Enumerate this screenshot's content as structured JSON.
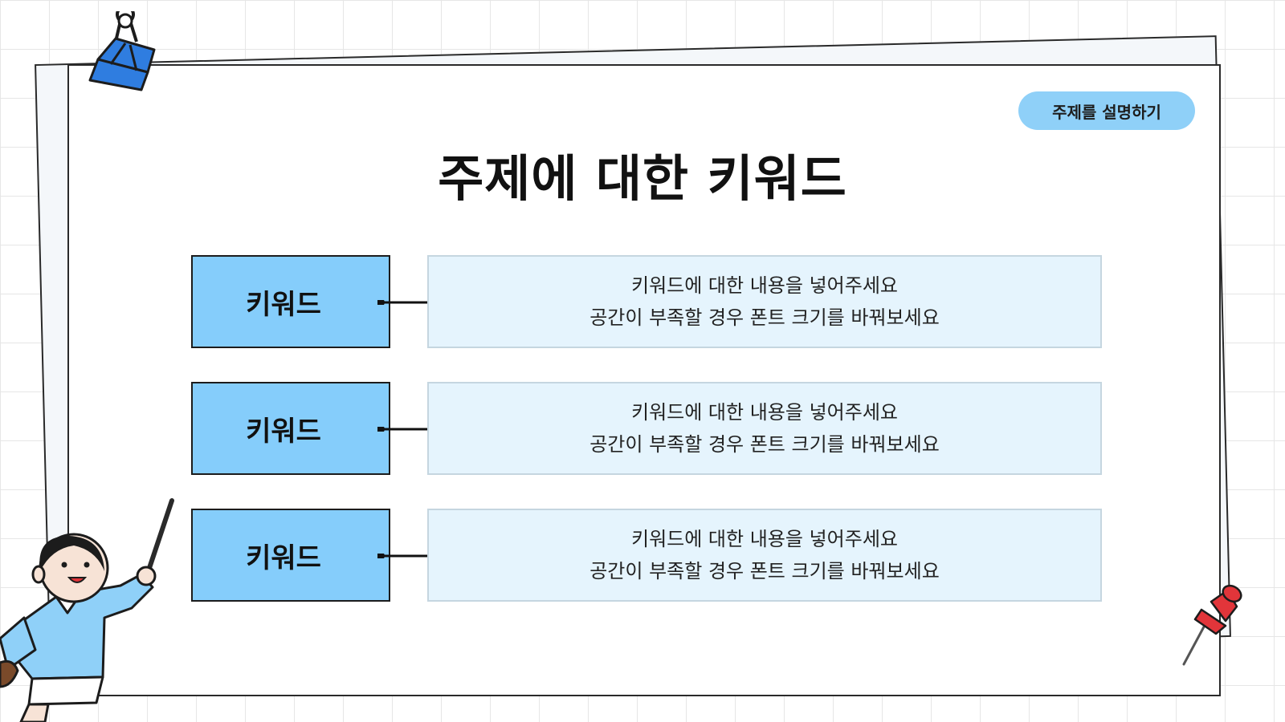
{
  "badge": {
    "text": "주제를 설명하기"
  },
  "title": "주제에 대한 키워드",
  "rows": [
    {
      "keyword": "키워드",
      "line1": "키워드에 대한 내용을 넣어주세요",
      "line2": "공간이 부족할 경우 폰트 크기를 바꿔보세요"
    },
    {
      "keyword": "키워드",
      "line1": "키워드에 대한 내용을 넣어주세요",
      "line2": "공간이 부족할 경우 폰트 크기를 바꿔보세요"
    },
    {
      "keyword": "키워드",
      "line1": "키워드에 대한 내용을 넣어주세요",
      "line2": "공간이 부족할 경우 폰트 크기를 바꿔보세요"
    }
  ],
  "colors": {
    "keyword_fill": "#85cdfb",
    "description_fill": "#e5f4fd",
    "badge_fill": "#8fd0f8",
    "clip_blue": "#2f7de0",
    "pin_red": "#e2353a"
  }
}
